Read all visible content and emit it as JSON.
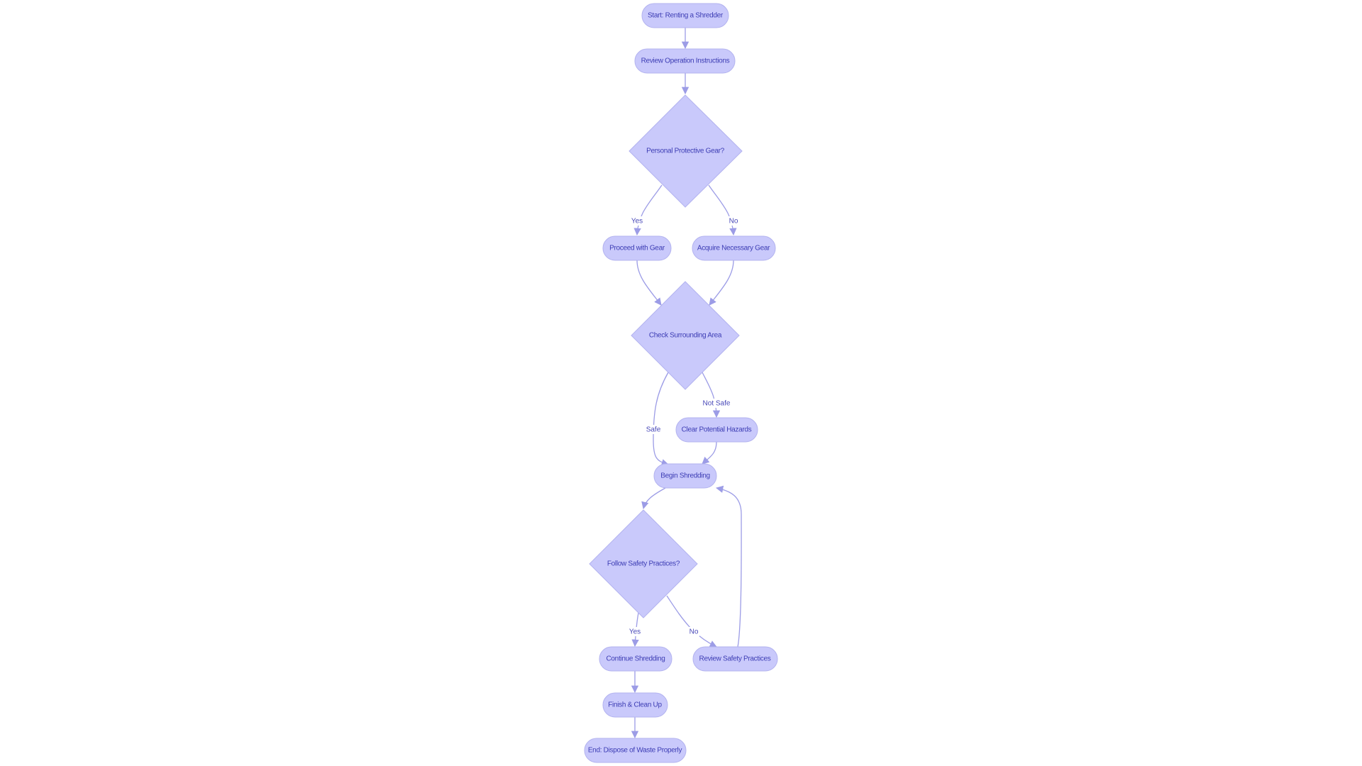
{
  "diagram": {
    "type": "flowchart",
    "colors": {
      "node_fill": "#c9c9fb",
      "node_stroke": "#b3b3ef",
      "text": "#3c3cb4",
      "edge": "#9c9ce6"
    },
    "nodes": {
      "start": "Start: Renting a Shredder",
      "review_instructions": "Review Operation Instructions",
      "ppe_decision": "Personal Protective Gear?",
      "proceed_gear": "Proceed with Gear",
      "acquire_gear": "Acquire Necessary Gear",
      "check_area": "Check Surrounding Area",
      "clear_hazards": "Clear Potential Hazards",
      "begin_shredding": "Begin Shredding",
      "safety_decision": "Follow Safety Practices?",
      "continue_shredding": "Continue Shredding",
      "review_safety": "Review Safety Practices",
      "finish": "Finish & Clean Up",
      "end": "End: Dispose of Waste Properly"
    },
    "edge_labels": {
      "ppe_yes": "Yes",
      "ppe_no": "No",
      "area_safe": "Safe",
      "area_not_safe": "Not Safe",
      "safety_yes": "Yes",
      "safety_no": "No"
    }
  }
}
